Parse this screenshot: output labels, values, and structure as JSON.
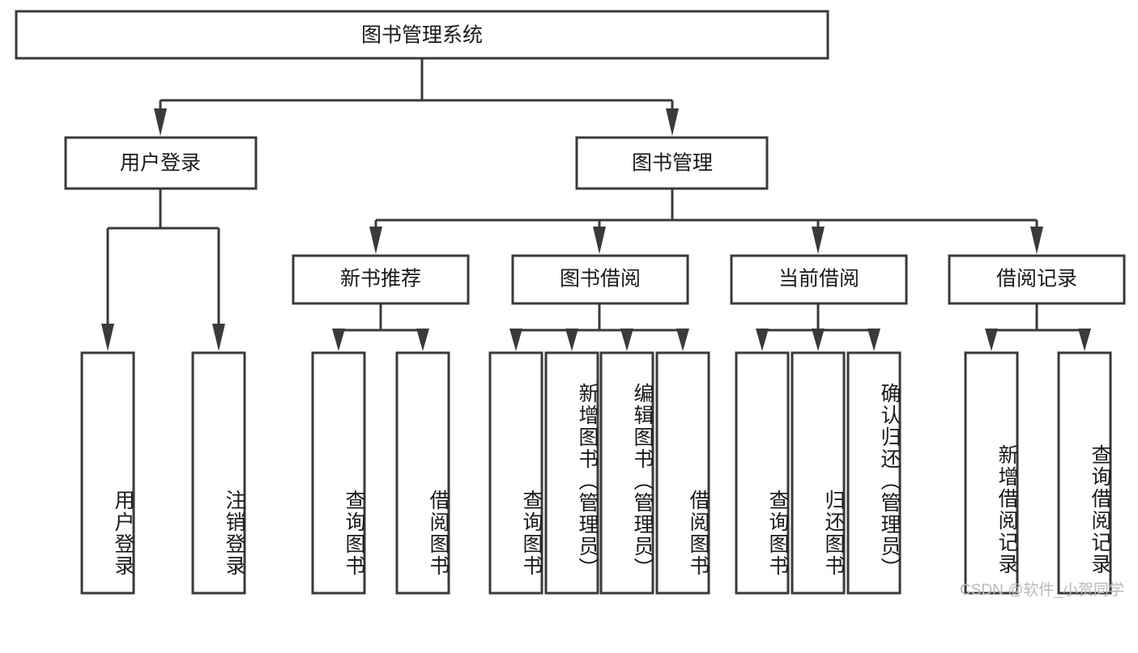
{
  "diagram": {
    "title": "图书管理系统",
    "watermark": "CSDN @软件_小贺同学",
    "colors": {
      "stroke": "#3a3a3a",
      "fill": "#ffffff",
      "text": "#1a1a1a",
      "watermark": "#b9b9b9",
      "background": "#ffffff"
    },
    "levels": {
      "root_label": "图书管理系统",
      "level2": [
        {
          "label": "用户登录"
        },
        {
          "label": "图书管理"
        }
      ],
      "level3": [
        {
          "label": "新书推荐"
        },
        {
          "label": "图书借阅"
        },
        {
          "label": "当前借阅"
        },
        {
          "label": "借阅记录"
        }
      ],
      "leaves": [
        {
          "label": "用户登录",
          "parent": "用户登录"
        },
        {
          "label": "注销登录",
          "parent": "用户登录"
        },
        {
          "label": "查询图书",
          "parent": "新书推荐"
        },
        {
          "label": "借阅图书",
          "parent": "新书推荐"
        },
        {
          "label": "查询图书",
          "parent": "图书借阅"
        },
        {
          "label": "新增图书（管理员）",
          "parent": "图书借阅"
        },
        {
          "label": "编辑图书（管理员）",
          "parent": "图书借阅"
        },
        {
          "label": "借阅图书",
          "parent": "图书借阅"
        },
        {
          "label": "查询图书",
          "parent": "当前借阅"
        },
        {
          "label": "归还图书",
          "parent": "当前借阅"
        },
        {
          "label": "确认归还（管理员）",
          "parent": "当前借阅"
        },
        {
          "label": "新增借阅记录",
          "parent": "借阅记录"
        },
        {
          "label": "查询借阅记录",
          "parent": "借阅记录"
        }
      ]
    }
  }
}
